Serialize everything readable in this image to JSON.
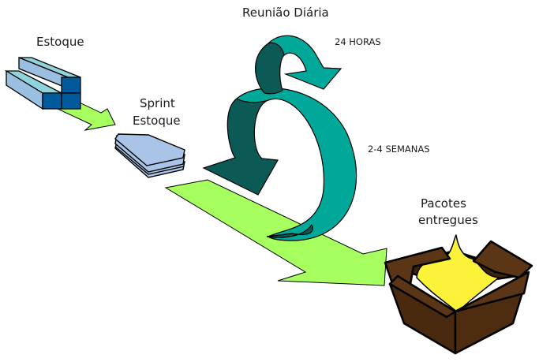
{
  "diagram": {
    "title": "Scrum process",
    "labels": {
      "product_backlog": "Estoque",
      "sprint_backlog_line1": "Sprint",
      "sprint_backlog_line2": "Estoque",
      "daily_meeting": "Reunião Diária",
      "daily_cycle": "24 HORAS",
      "sprint_cycle": "2-4 SEMANAS",
      "delivered_line1": "Pacotes",
      "delivered_line2": "entregues"
    },
    "colors": {
      "flow_arrow": "#a6ff5e",
      "cycle_arrow_light": "#00a89a",
      "cycle_arrow_dark": "#0c5a55",
      "backlog_bar": "#9bbfe0",
      "backlog_top": "#8fd3db",
      "backlog_end": "#005a9c",
      "sprint_stack": "#a9c4e6",
      "box": "#5a3516",
      "box_glow": "#fdf23a"
    }
  }
}
